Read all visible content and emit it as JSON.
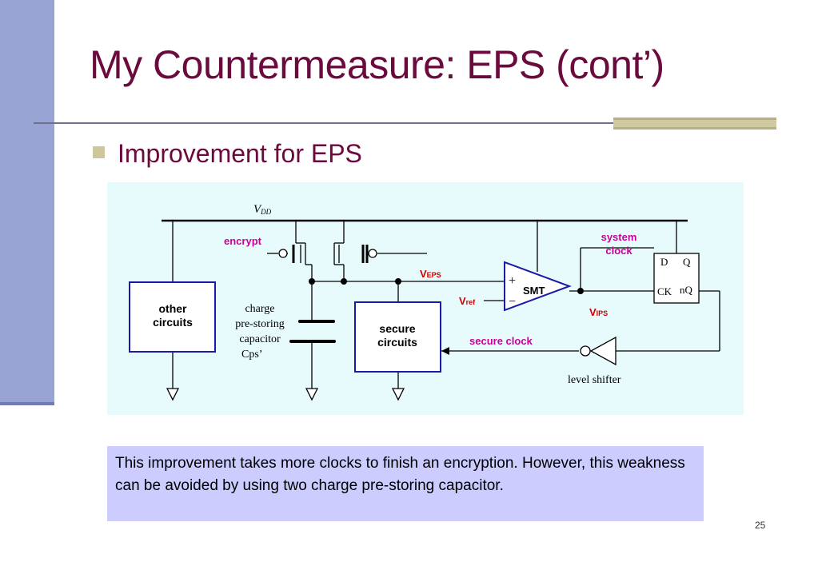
{
  "title": "My Countermeasure: EPS (cont’)",
  "bullet": "Improvement for EPS",
  "diagram": {
    "vdd_main": "V",
    "vdd_sub": "DD",
    "encrypt": "encrypt",
    "system_clock_line1": "system",
    "system_clock_line2": "clock",
    "ff_d": "D",
    "ff_q": "Q",
    "ff_ck": "CK",
    "ff_nq": "nQ",
    "veps_main": "V",
    "veps_sub": "EPS",
    "vref_main": "V",
    "vref_sub": "ref",
    "vips_main": "V",
    "vips_sub": "IPS",
    "smt": "SMT",
    "plus": "+",
    "minus": "−",
    "other_circuits_line1": "other",
    "other_circuits_line2": "circuits",
    "secure_circuits_line1": "secure",
    "secure_circuits_line2": "circuits",
    "cap_line1": "charge",
    "cap_line2": "pre-storing",
    "cap_line3": "capacitor",
    "cap_line4": "Cps’",
    "secure_clock": "secure clock",
    "level_shifter": "level shifter",
    "accent_color": "#cc0099",
    "label_red": "#cc0000",
    "label_blue": "#1a1aa6"
  },
  "note": "This improvement takes more clocks to finish an encryption. However, this weakness can be avoided by using two charge pre-storing capacitor.",
  "page_number": "25"
}
